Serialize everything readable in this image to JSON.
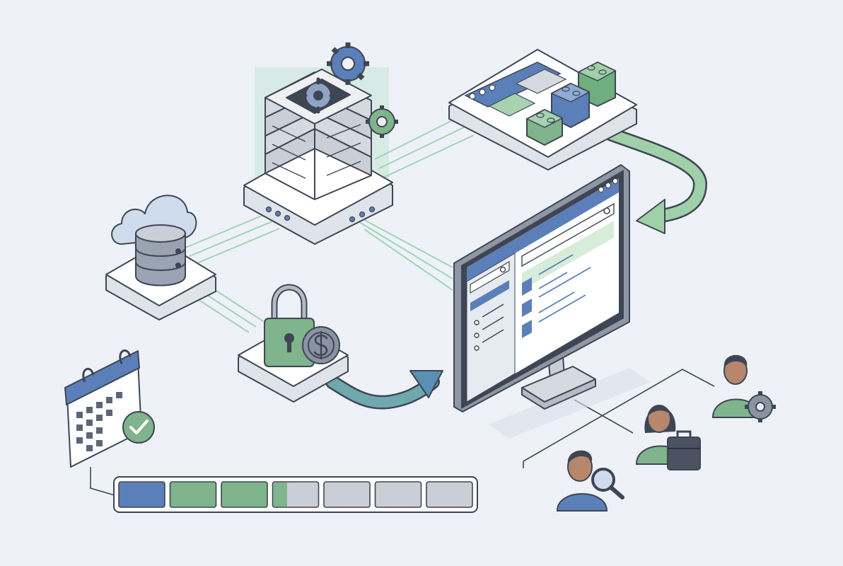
{
  "colors": {
    "background": "#eef2f8",
    "outline": "#3f4653",
    "blue": "#5b7fb8",
    "blue_light": "#cfdcee",
    "green": "#7fb48c",
    "green_light": "#d7ecd9",
    "gray": "#c9ced7",
    "gray_light": "#e9ecf1",
    "white": "#ffffff",
    "skin": "#b7876b",
    "hair": "#3f4653",
    "glow": "#9fd6b4"
  },
  "nodes": [
    {
      "id": "server-rack",
      "icon": "server-icon"
    },
    {
      "id": "component-dashboard",
      "icon": "building-blocks-icon"
    },
    {
      "id": "cloud-database",
      "icon": "cloud-database-icon"
    },
    {
      "id": "secure-payment",
      "icon": "padlock-dollar-icon"
    },
    {
      "id": "desktop-monitor",
      "icon": "web-app-icon"
    },
    {
      "id": "calendar-schedule",
      "icon": "calendar-check-icon"
    },
    {
      "id": "team",
      "icon": "users-icon"
    }
  ],
  "timeline": {
    "segments": [
      "done",
      "complete",
      "complete",
      "partial",
      "pending",
      "pending",
      "pending"
    ],
    "progress_fraction": 0.47
  }
}
